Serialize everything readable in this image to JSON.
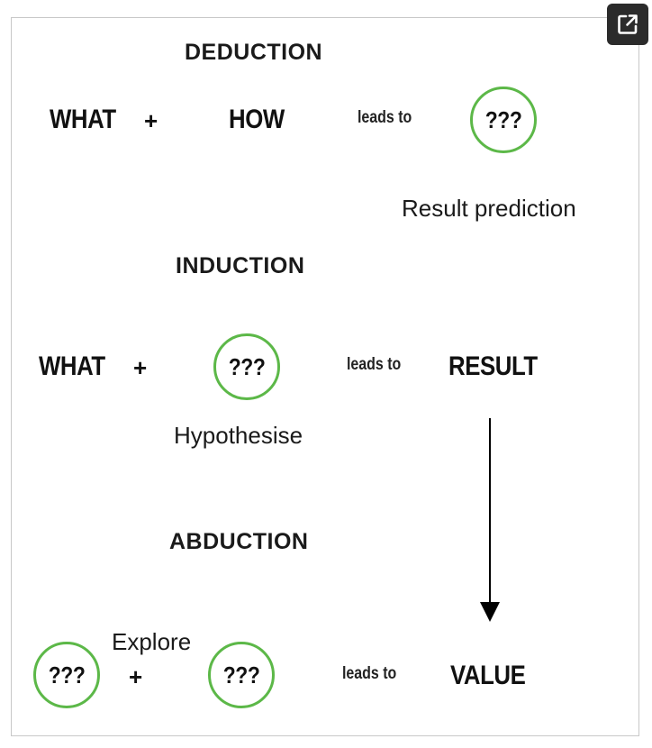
{
  "deduction": {
    "heading": "DEDUCTION",
    "what": "WHAT",
    "plus": "+",
    "how": "HOW",
    "leads_to": "leads to",
    "unknown": "???",
    "note": "Result prediction"
  },
  "induction": {
    "heading": "INDUCTION",
    "what": "WHAT",
    "plus": "+",
    "unknown": "???",
    "leads_to": "leads to",
    "result": "RESULT",
    "note": "Hypothesise"
  },
  "abduction": {
    "heading": "ABDUCTION",
    "unknown_1": "???",
    "plus": "+",
    "unknown_2": "???",
    "leads_to": "leads to",
    "value": "VALUE",
    "note": "Explore"
  },
  "colors": {
    "circle_border": "#5cb848",
    "arrow": "#000000",
    "external_button": "#2b2b2b"
  },
  "icons": {
    "external_button": "open-external-icon"
  }
}
